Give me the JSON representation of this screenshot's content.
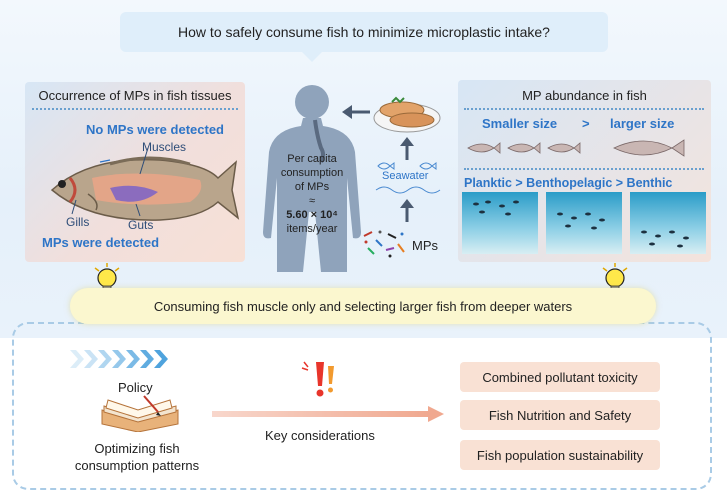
{
  "question": "How to safely consume fish to minimize microplastic intake?",
  "occurrence": {
    "title": "Occurrence of MPs in fish tissues",
    "no_mps": "No MPs were detected",
    "muscles": "Muscles",
    "gills": "Gills",
    "guts": "Guts",
    "mps_detected": "MPs were detected"
  },
  "consumption": {
    "line1": "Per capita",
    "line2": "consumption",
    "line3": "of MPs",
    "approx": "≈",
    "value": "5.60 × 10⁴",
    "unit": "items/year"
  },
  "source": {
    "seawater": "Seawater",
    "mps": "MPs"
  },
  "abundance": {
    "title": "MP abundance in fish",
    "smaller": "Smaller size",
    "gt1": ">",
    "larger": "larger size",
    "habitat": "Planktic > Benthopelagic > Benthic"
  },
  "recommendation": "Consuming fish muscle only and selecting larger fish from deeper waters",
  "policy": {
    "label": "Policy",
    "line1": "Optimizing fish",
    "line2": "consumption patterns"
  },
  "key_considerations": "Key considerations",
  "considerations": [
    "Combined pollutant toxicity",
    "Fish Nutrition and Safety",
    "Fish population sustainability"
  ],
  "colors": {
    "accent_blue": "#2e75c7",
    "arrow_gray": "#4a5a70",
    "tip_yellow": "#fbf7cf",
    "consid_pink": "#f9e1d4"
  }
}
